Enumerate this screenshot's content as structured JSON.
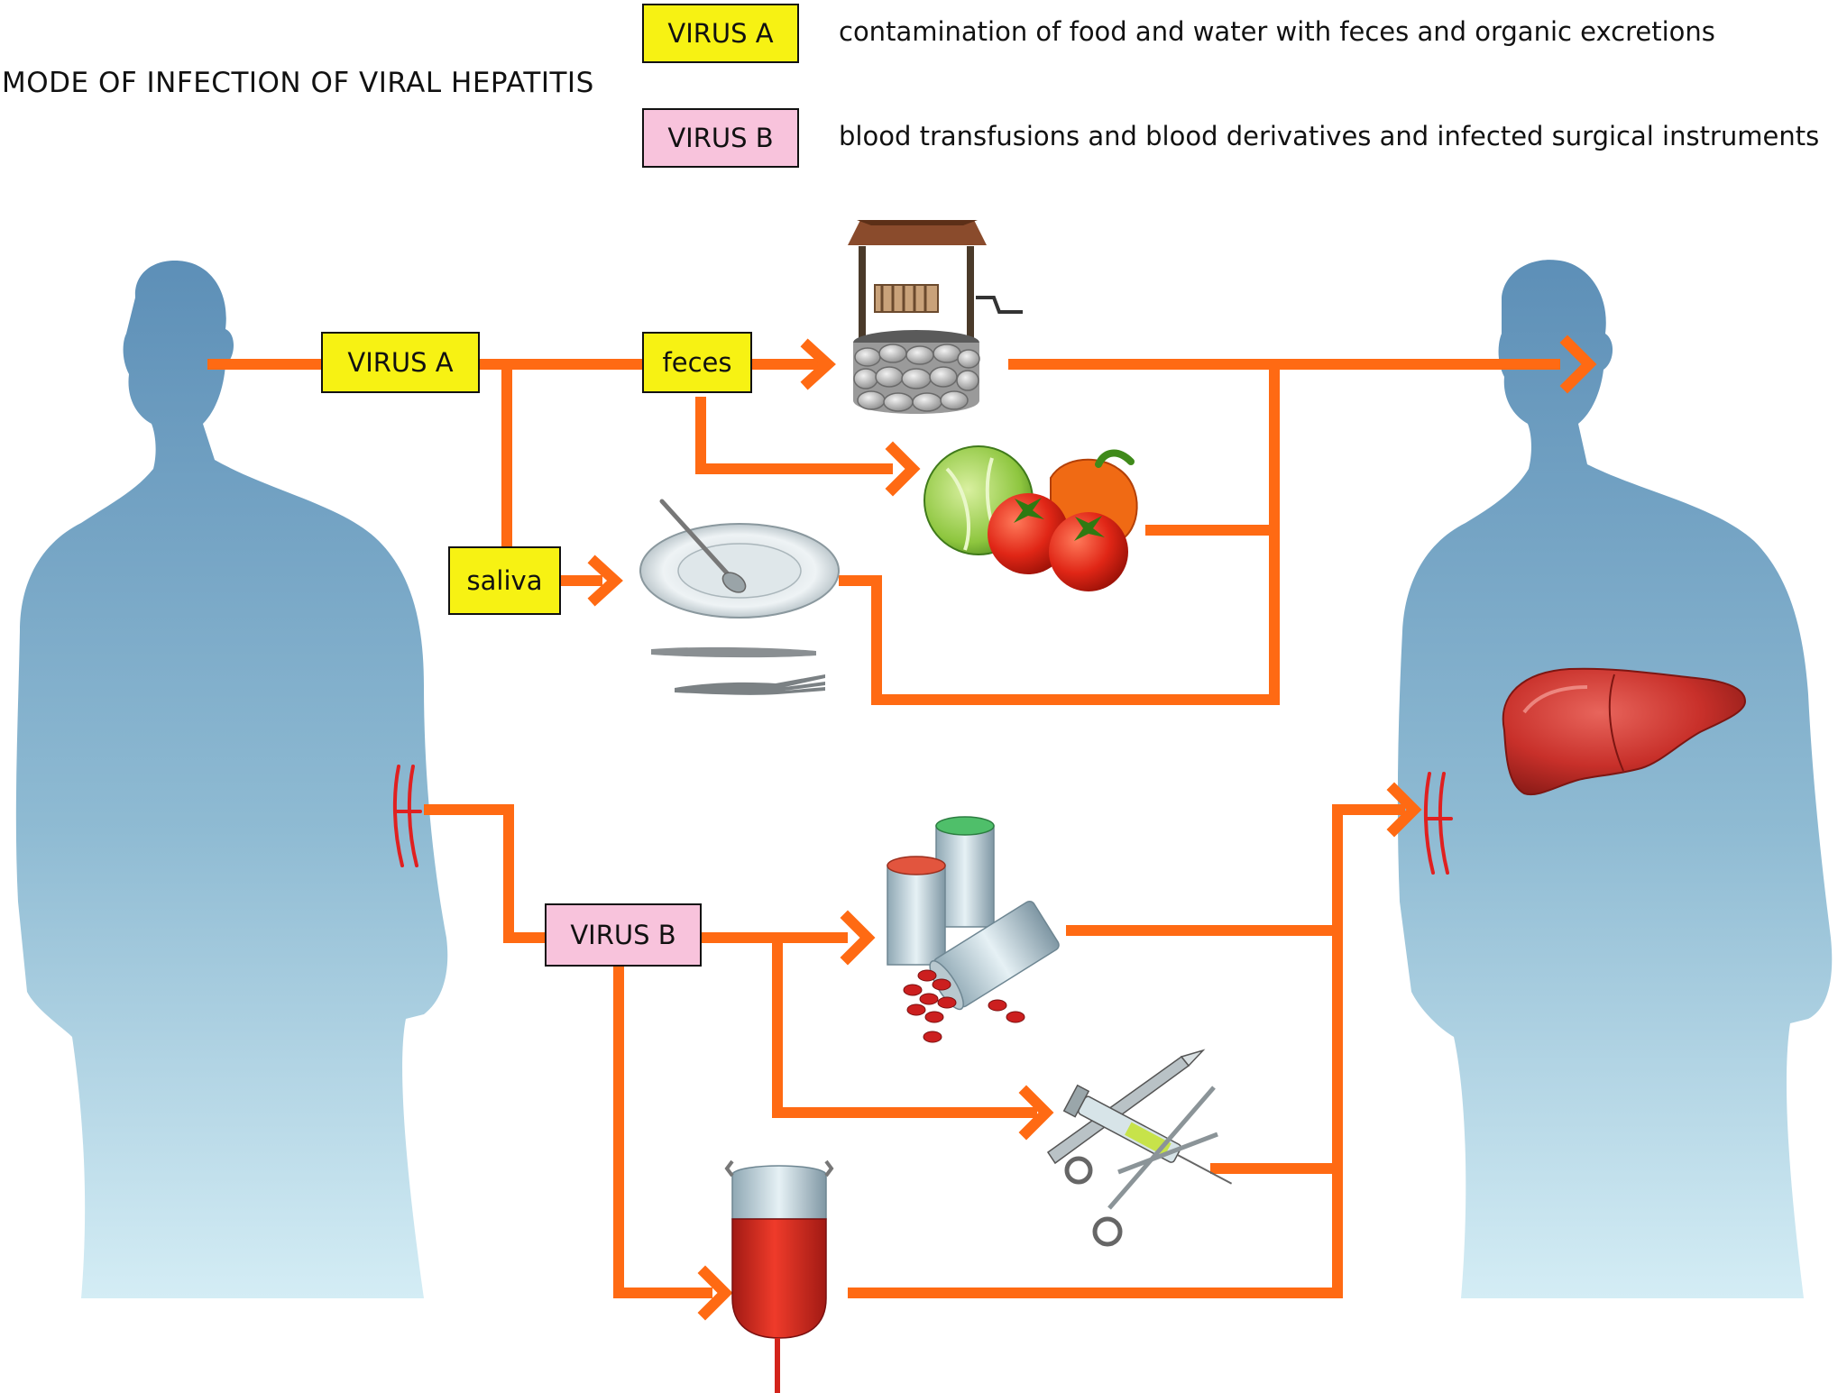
{
  "title": "MODE OF INFECTION OF VIRAL HEPATITIS",
  "legend": [
    {
      "label": "VIRUS A",
      "description": "contamination of food and water with feces and organic excretions"
    },
    {
      "label": "VIRUS B",
      "description": "blood transfusions and blood derivatives and infected surgical instruments"
    }
  ],
  "nodes": {
    "virus_a": "VIRUS A",
    "feces": "feces",
    "saliva": "saliva",
    "virus_b": "VIRUS B"
  },
  "colors": {
    "arrow": "#ff6a13",
    "virus_a_fill": "#f7f213",
    "virus_b_fill": "#f8c3dc",
    "silhouette_top": "#5d8fb7",
    "silhouette_bottom": "#d4edf5",
    "blood_vessel": "#e02020",
    "liver": "#c8302a"
  },
  "icons": [
    "person-silhouette-icon",
    "water-well-icon",
    "vegetables-icon",
    "plate-cutlery-icon",
    "pill-containers-icon",
    "surgical-instruments-icon",
    "blood-bag-icon",
    "liver-icon",
    "blood-vessel-icon"
  ]
}
